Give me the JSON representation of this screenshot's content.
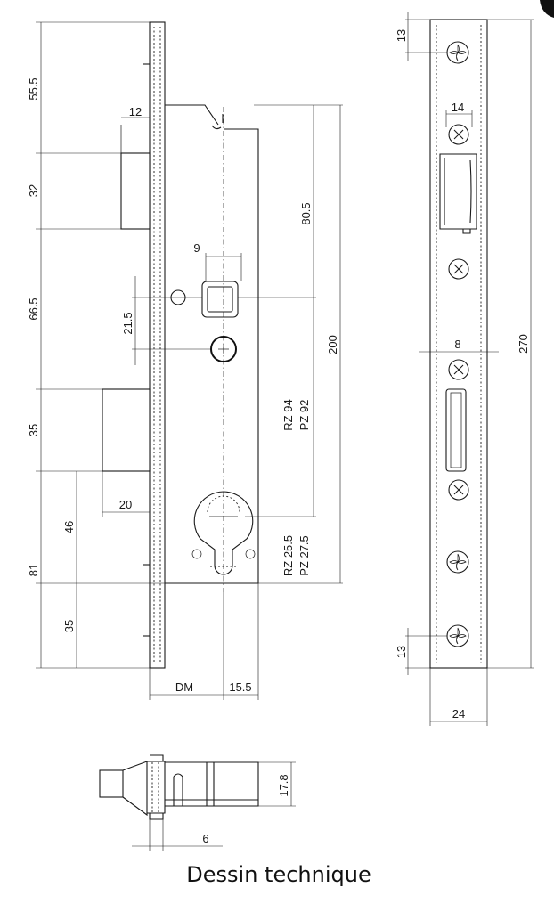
{
  "caption": "Dessin technique",
  "dimensions": {
    "d55_5": "55.5",
    "d12": "12",
    "d32": "32",
    "d80_5": "80.5",
    "d9": "9",
    "d66_5": "66.5",
    "d21_5": "21.5",
    "d200": "200",
    "d35_top": "35",
    "rz94": "RZ 94",
    "pz92": "PZ 92",
    "d20": "20",
    "d46": "46",
    "d81": "81",
    "d35_bottom": "35",
    "rz25_5": "RZ 25.5",
    "pz27_5": "PZ 27.5",
    "dm": "DM",
    "d15_5": "15.5",
    "d13_top": "13",
    "d14": "14",
    "d8": "8",
    "d270": "270",
    "d13_bottom": "13",
    "d24": "24",
    "d17_8": "17.8",
    "d6": "6"
  }
}
